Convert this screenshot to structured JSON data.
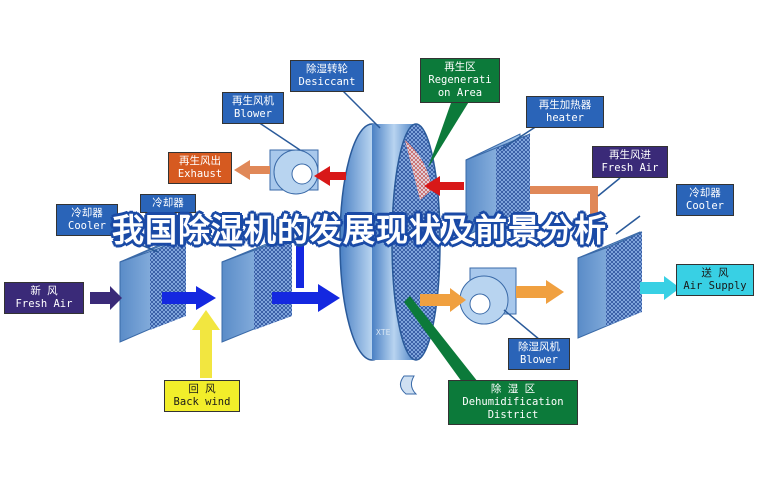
{
  "overlay_title": "我国除湿机的发展现状及前景分析",
  "watermark": "XTE",
  "labels": {
    "desiccant": {
      "zh": "除湿转轮",
      "en": "Desiccant"
    },
    "regen_area": {
      "zh": "再生区",
      "en1": "Regenerati",
      "en2": "on Area"
    },
    "regen_blower": {
      "zh": "再生风机",
      "en": "Blower"
    },
    "regen_heater": {
      "zh": "再生加热器",
      "en": "heater"
    },
    "regen_exhaust": {
      "zh": "再生风出",
      "en": "Exhaust"
    },
    "regen_fresh_air": {
      "zh": "再生风进",
      "en": "Fresh Air"
    },
    "cooler_left": {
      "zh": "冷却器",
      "en": "Cooler"
    },
    "cooler_mid": {
      "zh": "冷却器"
    },
    "cooler_right": {
      "zh": "冷却器",
      "en": "Cooler"
    },
    "fresh_air_in": {
      "zh": "新  风",
      "en": "Fresh Air"
    },
    "air_supply": {
      "zh": "送  风",
      "en": "Air Supply"
    },
    "back_wind": {
      "zh": "回  风",
      "en": "Back wind"
    },
    "dehum_blower": {
      "zh": "除湿风机",
      "en": "Blower"
    },
    "dehum_district": {
      "zh": "除  湿  区",
      "en1": "Dehumidification",
      "en2": "District"
    }
  },
  "colors": {
    "blue_label": "#2a64b8",
    "green_label": "#0c7a3a",
    "purple_label": "#3a2a78",
    "orange_label": "#d65a20",
    "yellow_label": "#f2ee2a",
    "cyan_label": "#38d0e4",
    "red_arrow": "#d81818",
    "blue_arrow": "#1428e0",
    "orange_arrow": "#f0a040",
    "yellow_arrow": "#f2e640",
    "equipment": "#7aa6d8"
  }
}
